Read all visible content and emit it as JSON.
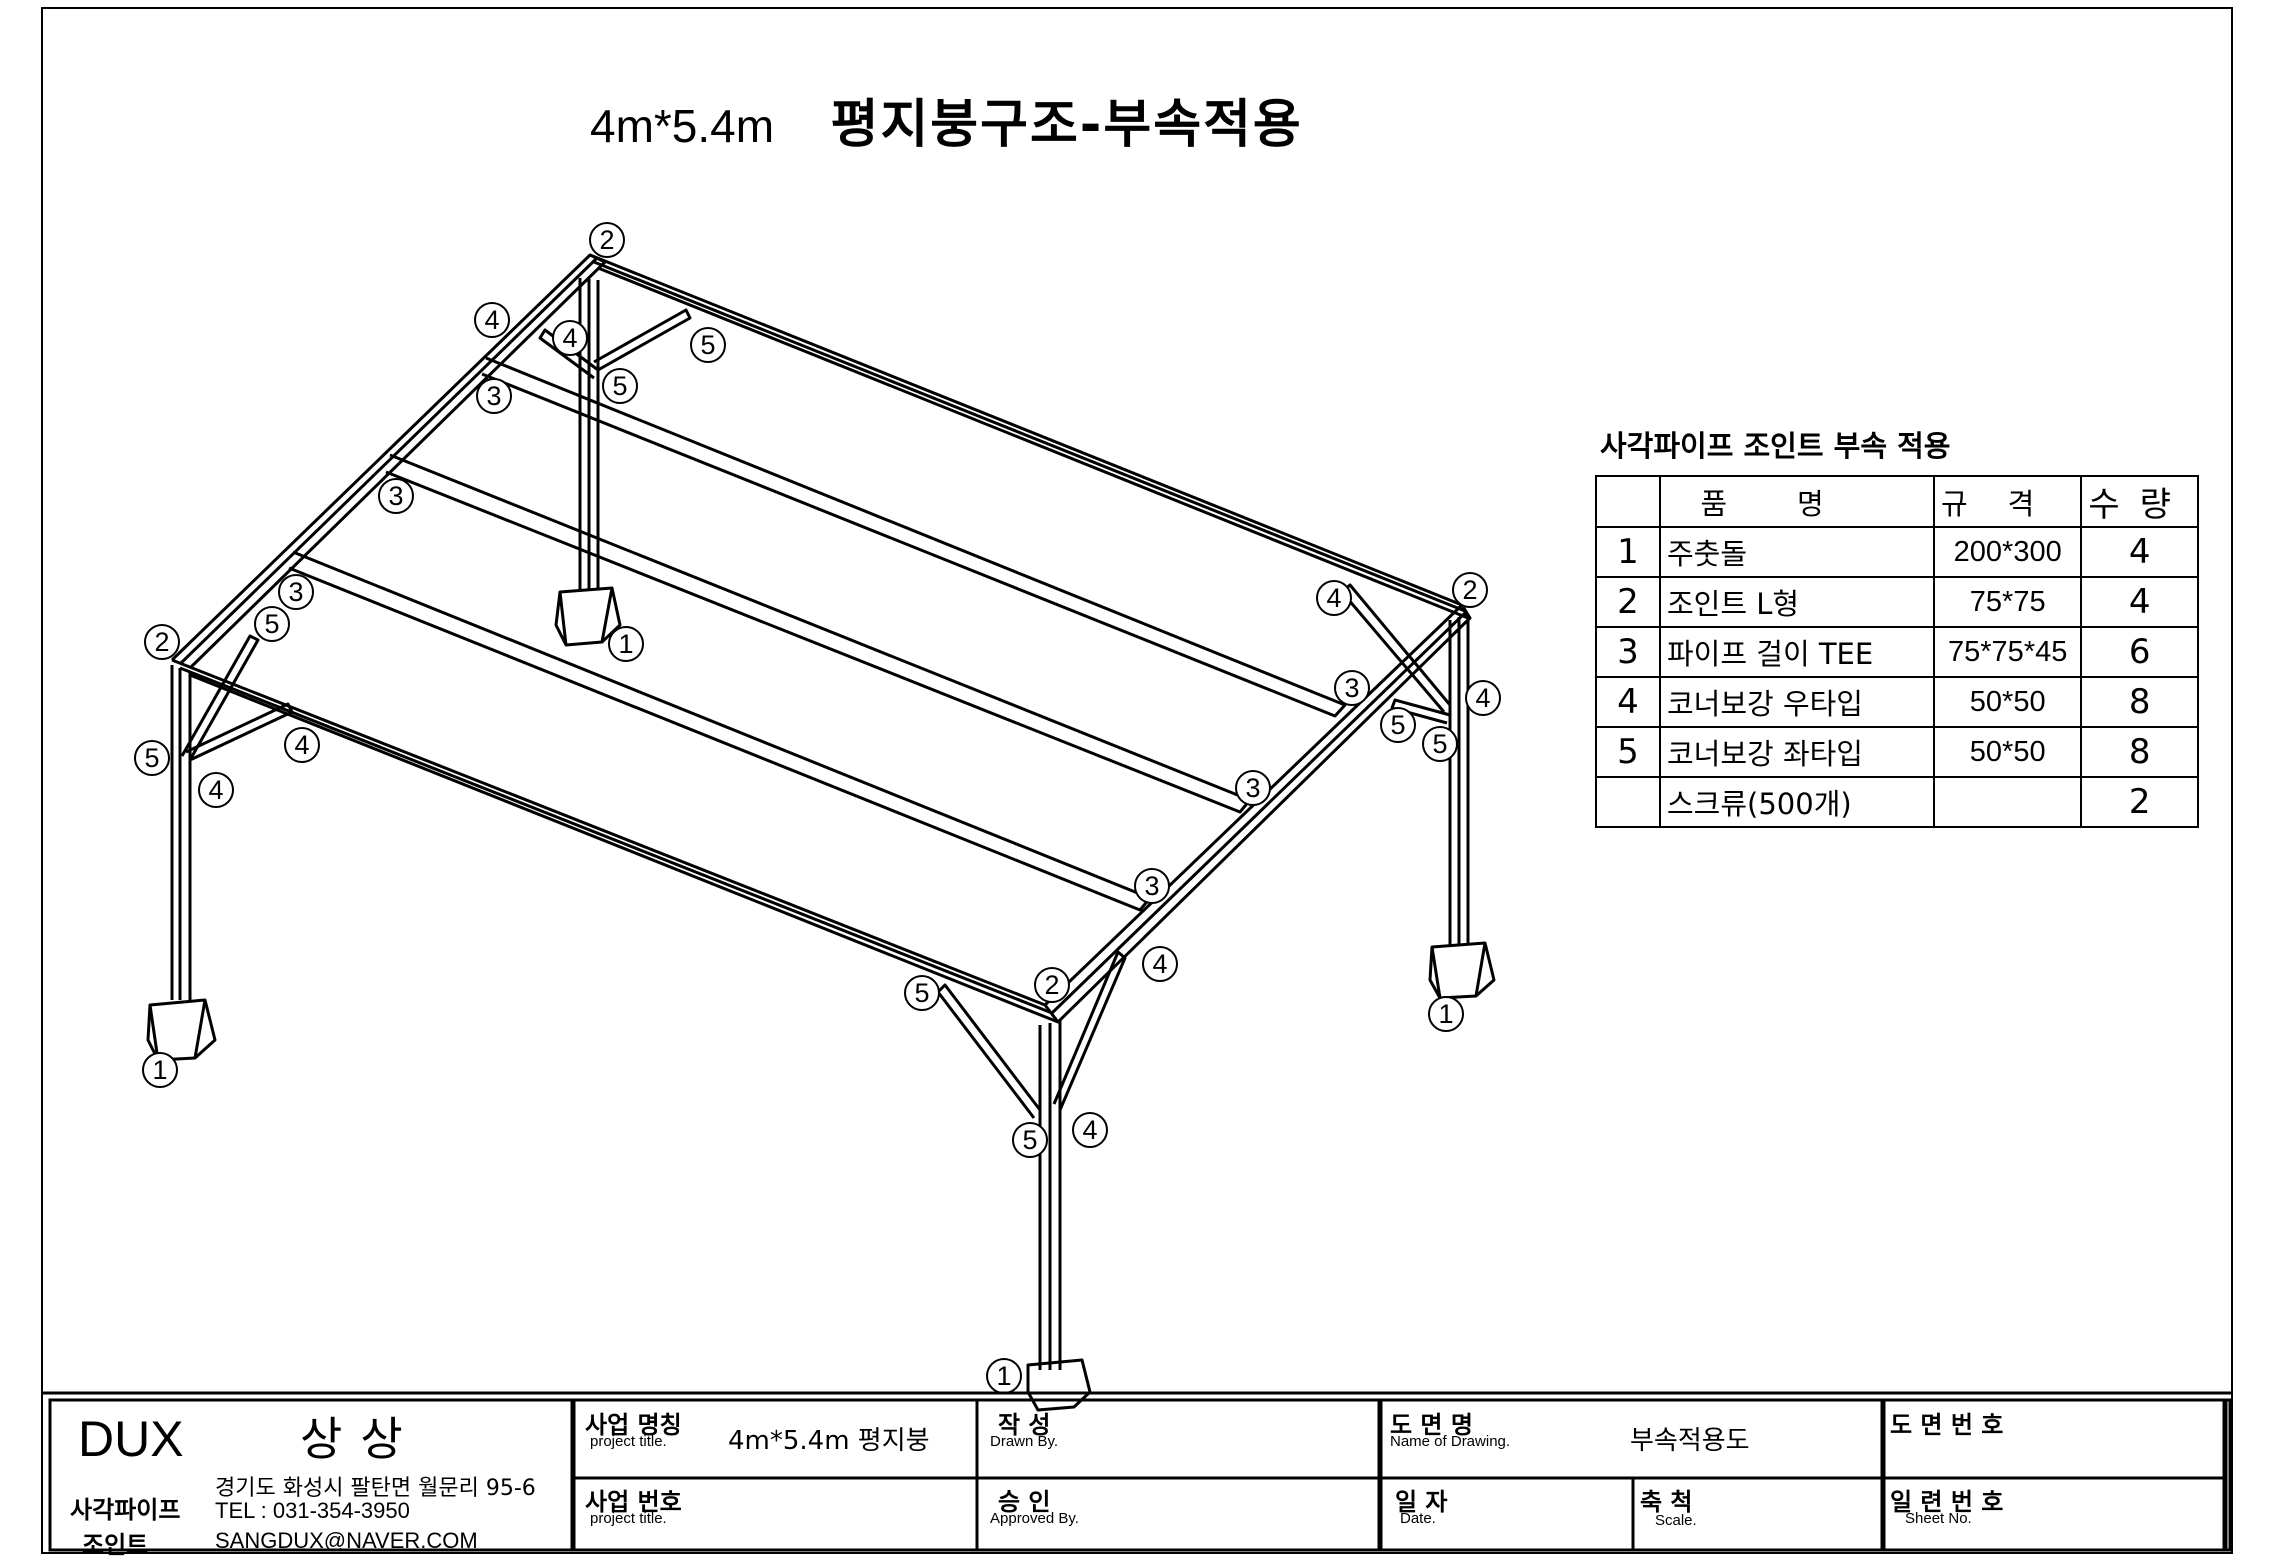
{
  "drawing_title": {
    "dimensions": "4m*5.4m",
    "main": "평지붕구조-부속적용"
  },
  "parts_table": {
    "caption": "사각파이프 조인트 부속 적용",
    "headers": {
      "name": "품명",
      "spec": "규격",
      "qty": "수량"
    },
    "rows": [
      {
        "no": "1",
        "name": "주춧돌",
        "spec": "200*300",
        "qty": "4"
      },
      {
        "no": "2",
        "name": "조인트 L형",
        "spec": "75*75",
        "qty": "4"
      },
      {
        "no": "3",
        "name": "파이프 걸이 TEE",
        "spec": "75*75*45",
        "qty": "6"
      },
      {
        "no": "4",
        "name": "코너보강 우타입",
        "spec": "50*50",
        "qty": "8"
      },
      {
        "no": "5",
        "name": "코너보강 좌타입",
        "spec": "50*50",
        "qty": "8"
      },
      {
        "no": "",
        "name": "스크류(500개)",
        "spec": "",
        "qty": "2"
      }
    ]
  },
  "callouts": {
    "c1": "1",
    "c2": "2",
    "c3": "3",
    "c4": "4",
    "c5": "5"
  },
  "title_block": {
    "logo": "DUX",
    "company": "상상",
    "subtitle_line1": "사각파이프",
    "subtitle_line2": "조인트",
    "address": "경기도 화성시 팔탄면 월문리 95-6",
    "tel": "TEL : 031-354-3950",
    "email": "SANGDUX@NAVER.COM",
    "project_name_label": "사업 명칭",
    "project_name_en": "project title.",
    "project_name_value": "4m*5.4m  평지붕",
    "project_no_label": "사업 번호",
    "project_no_en": "project title.",
    "drawn_label": "작    성",
    "drawn_en": "Drawn By.",
    "approved_label": "승    인",
    "approved_en": "Approved By.",
    "drawing_name_label": "도  면  명",
    "drawing_name_en": "Name of Drawing.",
    "drawing_name_value": "부속적용도",
    "date_label": "일    자",
    "date_en": "Date.",
    "scale_label": "축    척",
    "scale_en": "Scale.",
    "drawing_no_label": "도 면 번 호",
    "sheet_no_label": "일 련 번 호",
    "sheet_no_en": "Sheet No."
  }
}
